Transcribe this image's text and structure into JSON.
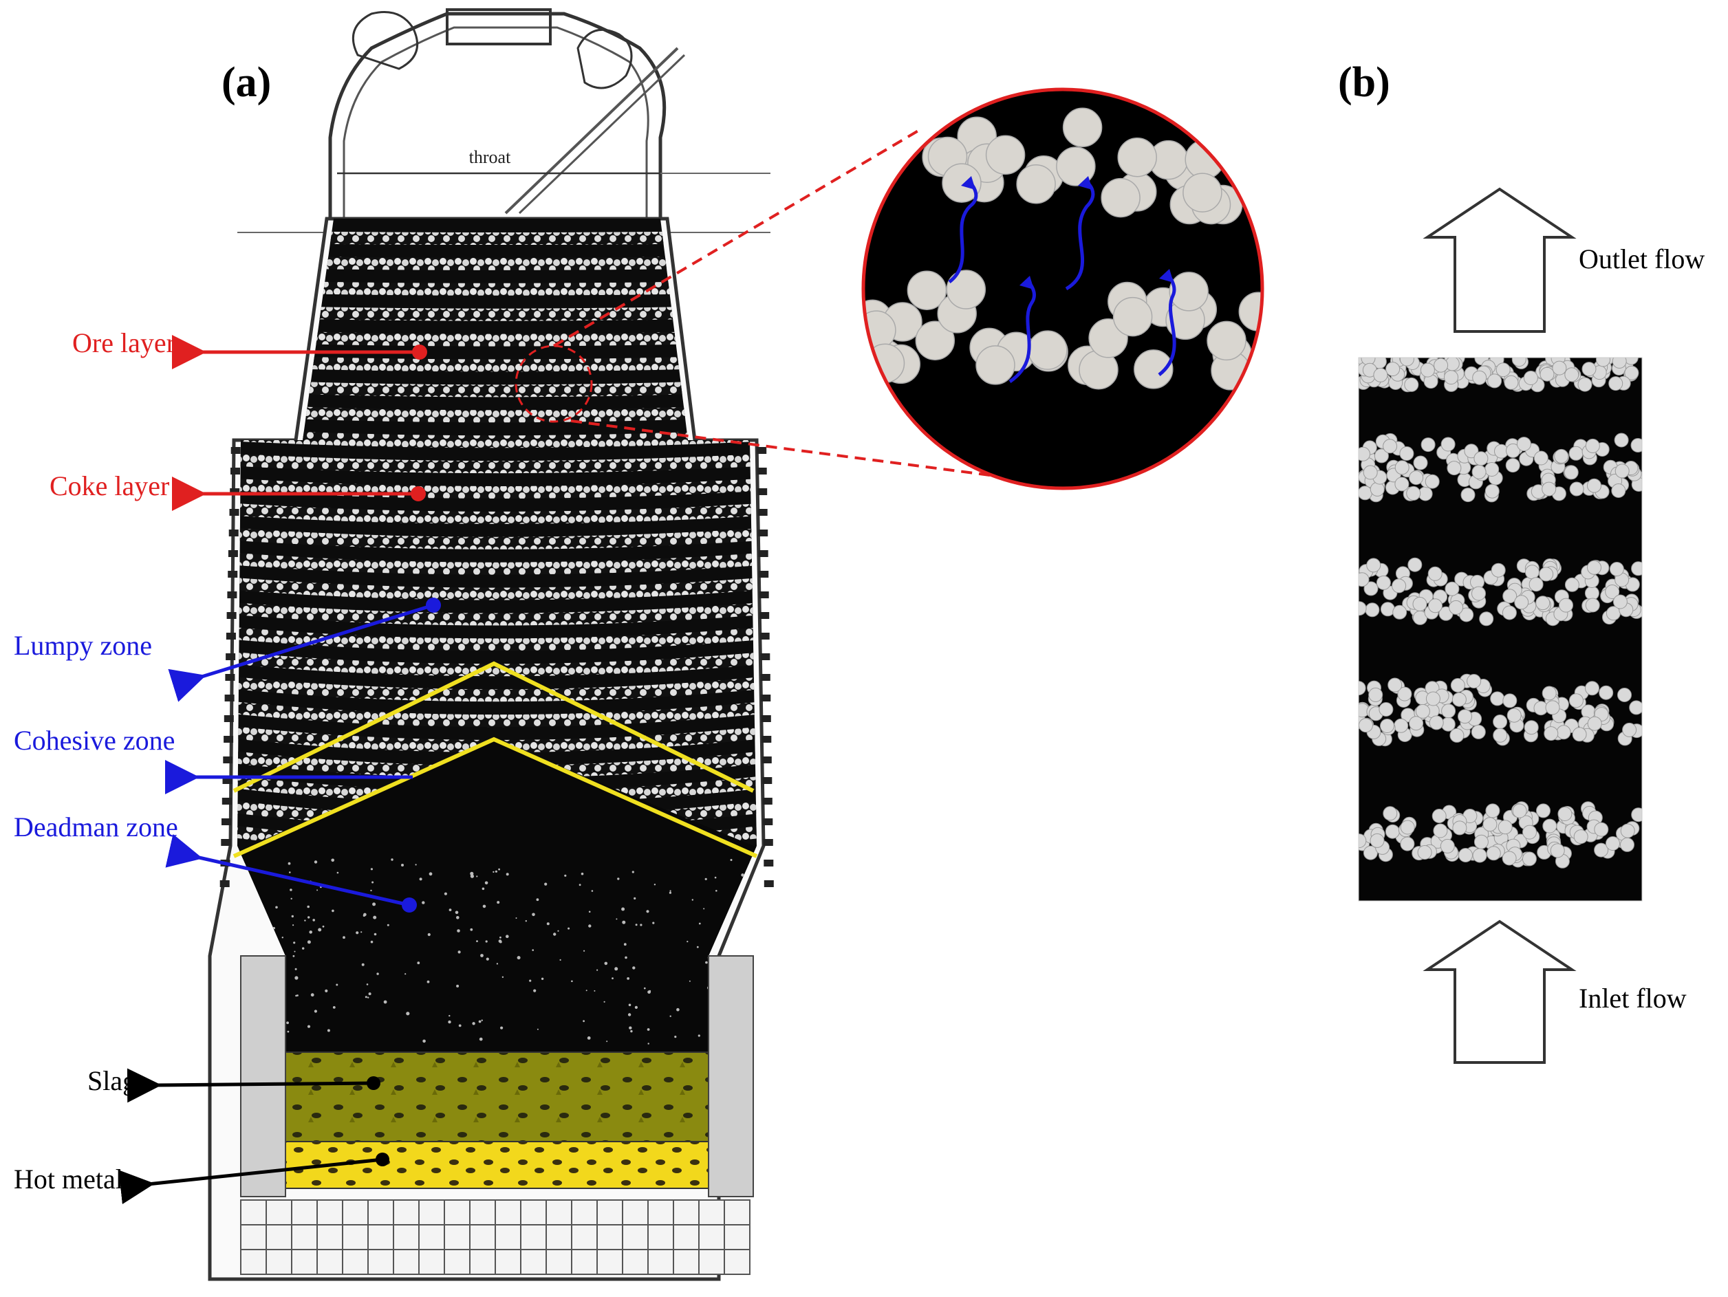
{
  "panels": {
    "a": {
      "label": "(a)"
    },
    "b": {
      "label": "(b)"
    }
  },
  "furnace": {
    "throat_label": "throat"
  },
  "labels": {
    "ore_layer": "Ore layer",
    "coke_layer": "Coke layer",
    "lumpy_zone": "Lumpy zone",
    "cohesive_zone": "Cohesive zone",
    "deadman_zone": "Deadman zone",
    "slag": "Slag",
    "hot_metal": "Hot metal"
  },
  "flow": {
    "outlet": "Outlet flow",
    "inlet": "Inlet flow"
  },
  "colors": {
    "ore_coke_labels": "#e02020",
    "zone_labels": "#1a1adc",
    "bottom_labels": "#000000",
    "cohesive_boundary": "#f0e020",
    "slag_fill": "#8a8a10",
    "hot_metal_fill": "#f2d81c",
    "particle": "#e8e8e8"
  }
}
